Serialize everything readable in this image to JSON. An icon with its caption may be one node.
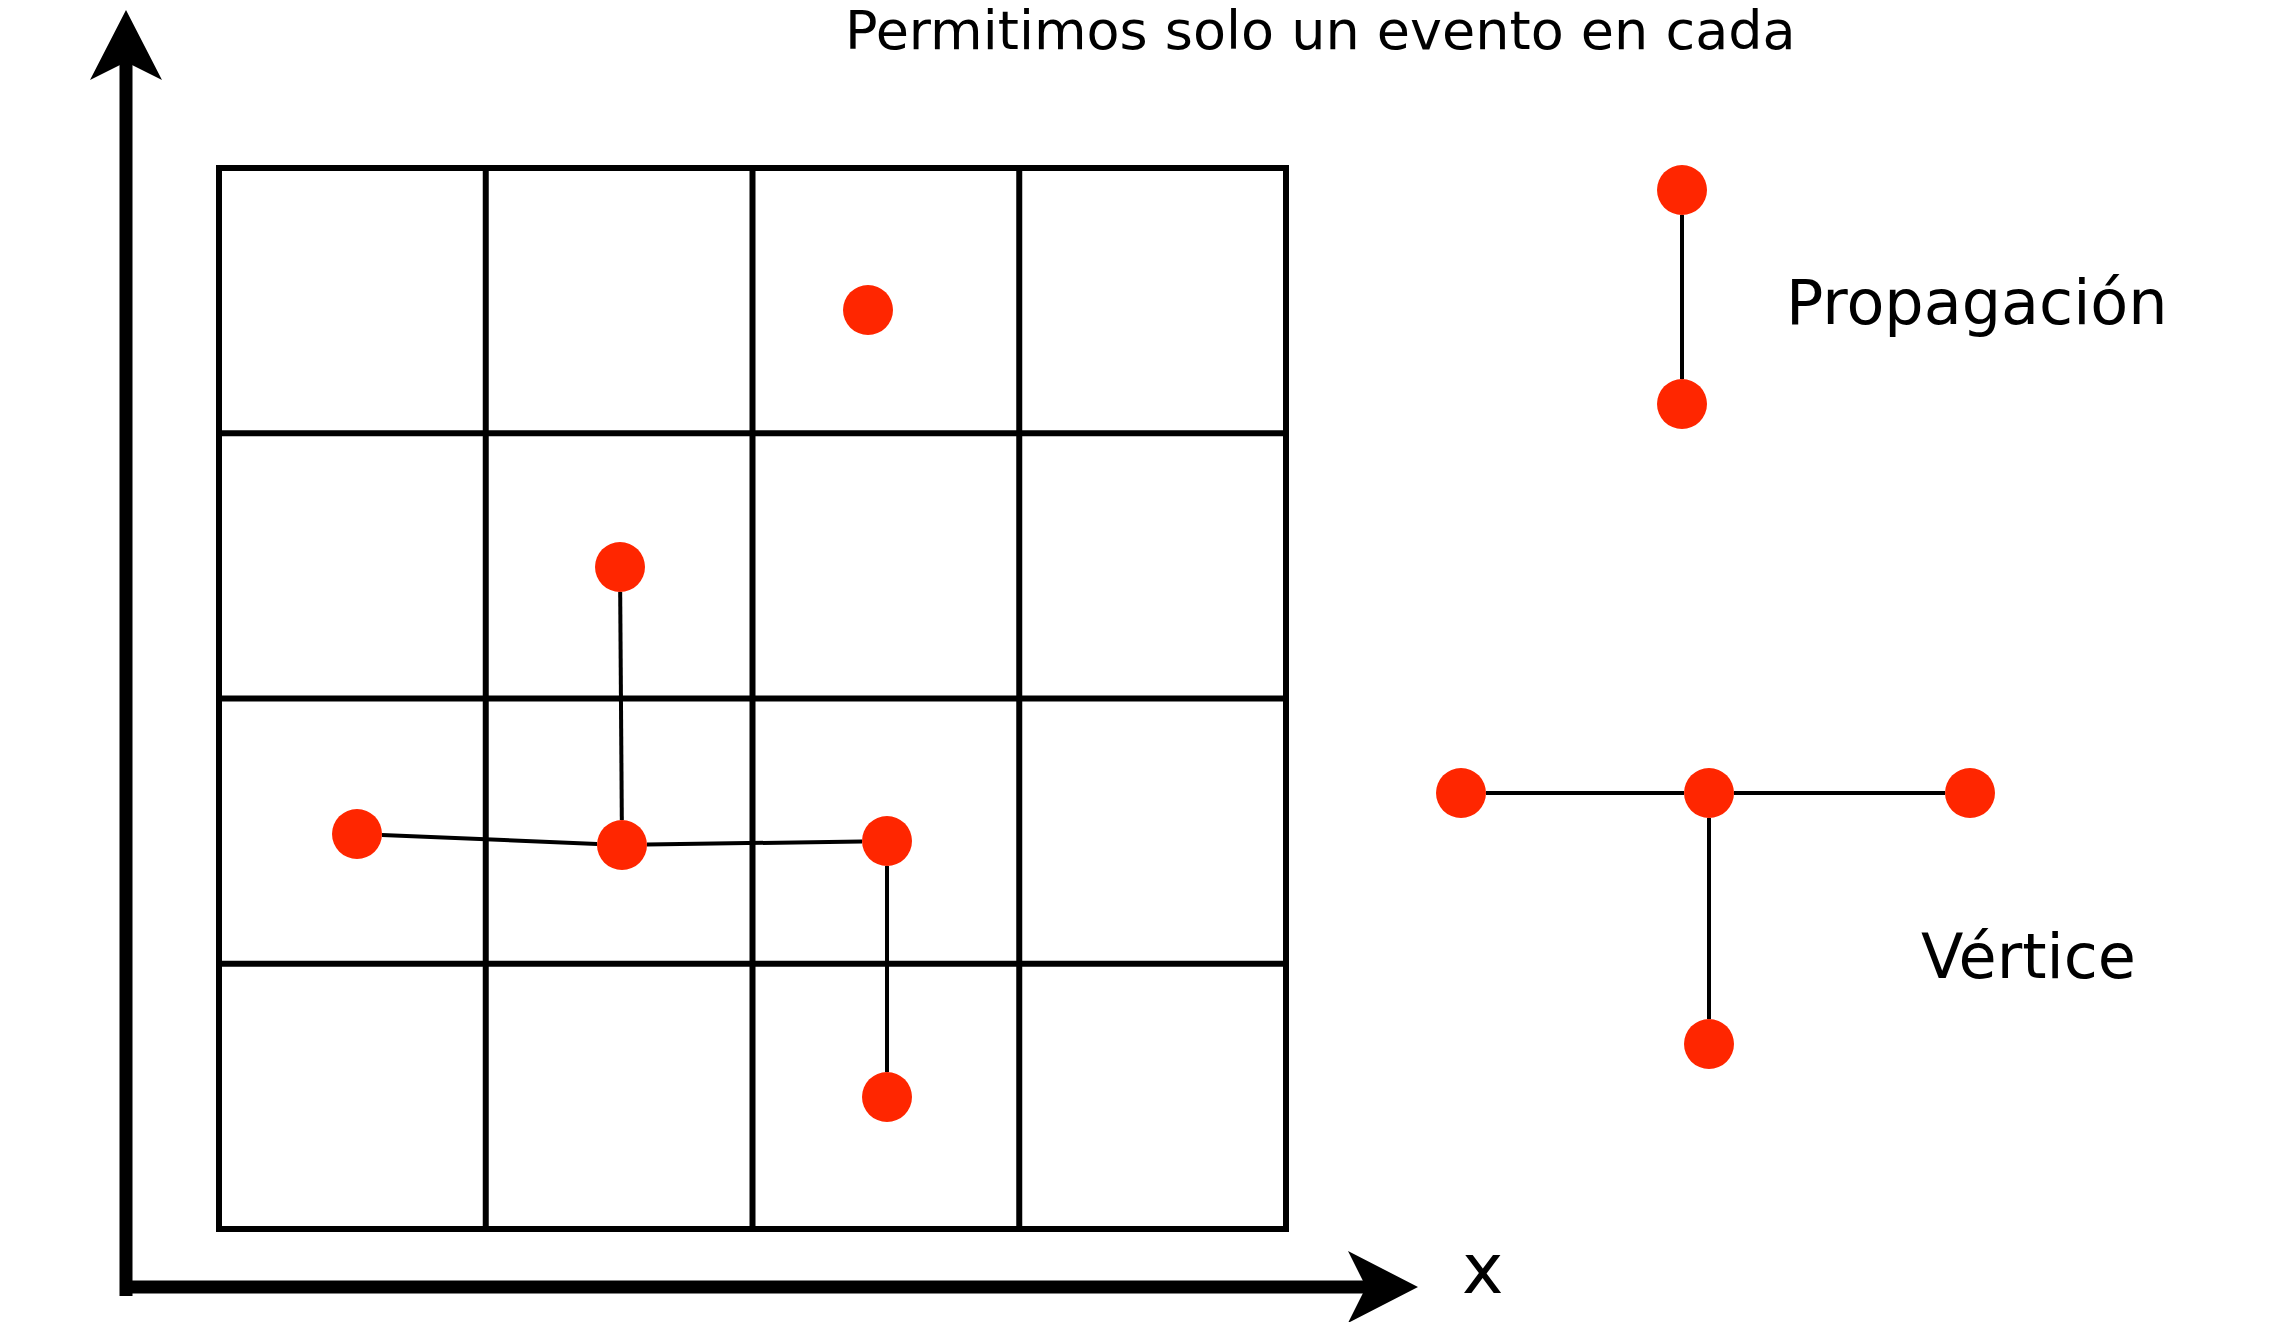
{
  "diagram": {
    "title": "Permitimos solo un evento en cada",
    "nodes": [
      {
        "text": [],
        "shape": "circle"
      },
      {
        "text": [],
        "shape": "circle"
      },
      {
        "text": [],
        "shape": "circle"
      },
      {
        "text": [],
        "shape": "circle"
      },
      {
        "text": [],
        "shape": "circle"
      },
      {
        "text": [],
        "shape": "circle"
      },
      {
        "text": [],
        "shape": "circle"
      },
      {
        "text": [],
        "shape": "circle"
      },
      {
        "text": [],
        "shape": "circle"
      },
      {
        "text": [],
        "shape": "circle"
      },
      {
        "text": [],
        "shape": "circle"
      },
      {
        "text": [],
        "shape": "circle"
      }
    ],
    "edges": [
      {
        "from": 1,
        "to": 2,
        "arrow": "none"
      },
      {
        "from": 3,
        "to": 2,
        "arrow": "none"
      },
      {
        "from": 2,
        "to": 4,
        "arrow": "none"
      },
      {
        "from": 4,
        "to": 5,
        "arrow": "none"
      },
      {
        "from": 6,
        "to": 7,
        "arrow": "none"
      },
      {
        "from": 8,
        "to": 9,
        "arrow": "none"
      },
      {
        "from": 9,
        "to": 10,
        "arrow": "none"
      },
      {
        "from": 9,
        "to": 11,
        "arrow": "none"
      }
    ],
    "labels": [
      "Propagación",
      "Vértice",
      "x"
    ]
  }
}
